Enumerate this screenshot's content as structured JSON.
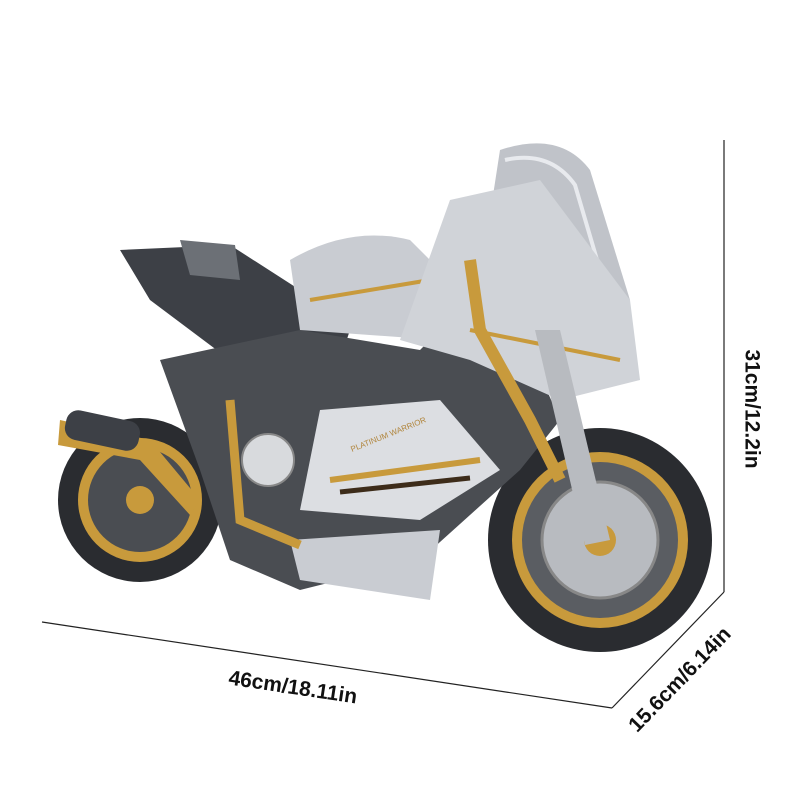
{
  "product": {
    "decal_text": "PLATINUM WARRIOR",
    "colors": {
      "silver": "#c9ccd2",
      "gold": "#c89a3c",
      "dark": "#3d4046",
      "tire": "#2a2c30",
      "windscreen": "#a9adb3"
    }
  },
  "dimensions": {
    "length": "46cm/18.11in",
    "height": "31cm/12.2in",
    "width": "15.6cm/6.14in"
  }
}
